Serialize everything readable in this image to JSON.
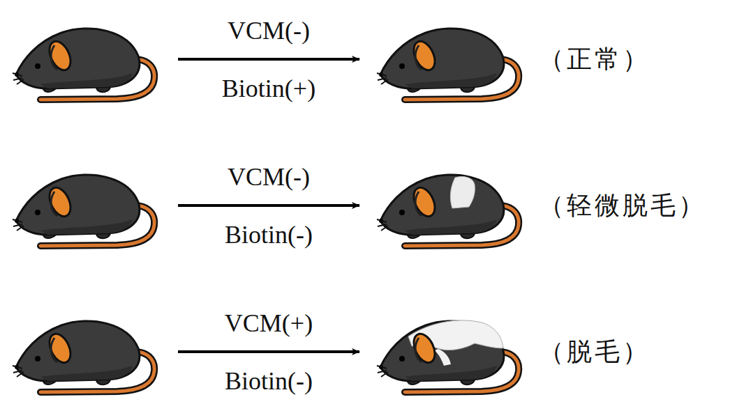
{
  "diagram": {
    "labels": [
      "VCM(-)",
      "Biotin(+)",
      "（正常）",
      "VCM(-)",
      "Biotin(-)",
      "（轻微脱毛）",
      "VCM(+)",
      "Biotin(-)",
      "（脱毛）"
    ]
  }
}
